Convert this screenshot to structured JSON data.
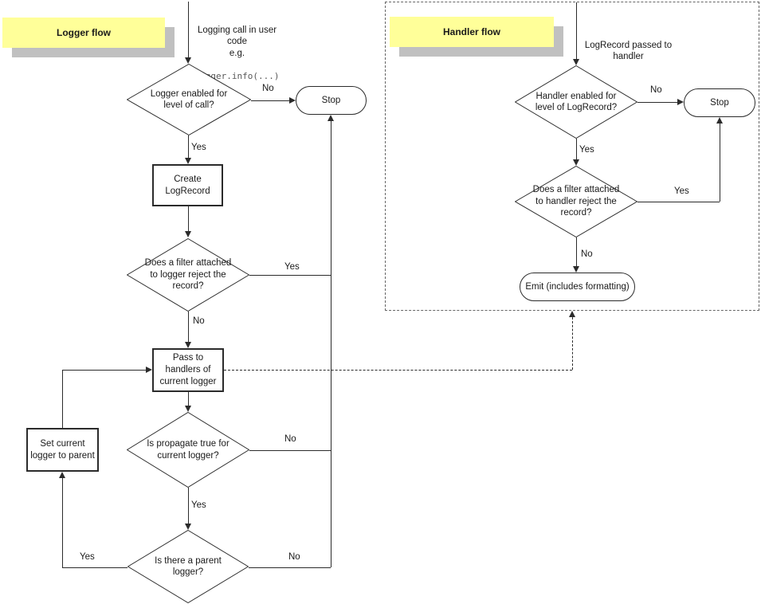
{
  "colors": {
    "note_bg": "#ffff99",
    "note_shadow": "#c0c0c0",
    "line": "#2b2b2b",
    "code": "#595959"
  },
  "notes": {
    "logger": "Logger flow",
    "handler": "Handler flow"
  },
  "logger_flow": {
    "entry": {
      "text": "Logging call in user\ncode\ne.g.",
      "code": "logger.info(...)"
    },
    "decisions": {
      "enabled": "Logger enabled for\nlevel of call?",
      "filter": "Does a filter attached\nto logger reject the\nrecord?",
      "propagate": "Is propagate true for\ncurrent logger?",
      "parent": "Is there a parent\nlogger?"
    },
    "boxes": {
      "create": "Create\nLogRecord",
      "pass": "Pass to\nhandlers of\ncurrent logger",
      "set_parent": "Set current\nlogger to parent"
    },
    "stop": "Stop",
    "labels": {
      "enabled_no": "No",
      "enabled_yes": "Yes",
      "filter_yes": "Yes",
      "filter_no": "No",
      "propagate_no": "No",
      "propagate_yes": "Yes",
      "parent_yes": "Yes",
      "parent_no": "No"
    }
  },
  "handler_flow": {
    "entry": "LogRecord passed to\nhandler",
    "decisions": {
      "enabled": "Handler enabled for\nlevel of LogRecord?",
      "filter": "Does a filter attached\nto handler reject the\nrecord?"
    },
    "stop": "Stop",
    "emit": "Emit (includes formatting)",
    "labels": {
      "enabled_no": "No",
      "enabled_yes": "Yes",
      "filter_yes": "Yes",
      "filter_no": "No"
    }
  }
}
